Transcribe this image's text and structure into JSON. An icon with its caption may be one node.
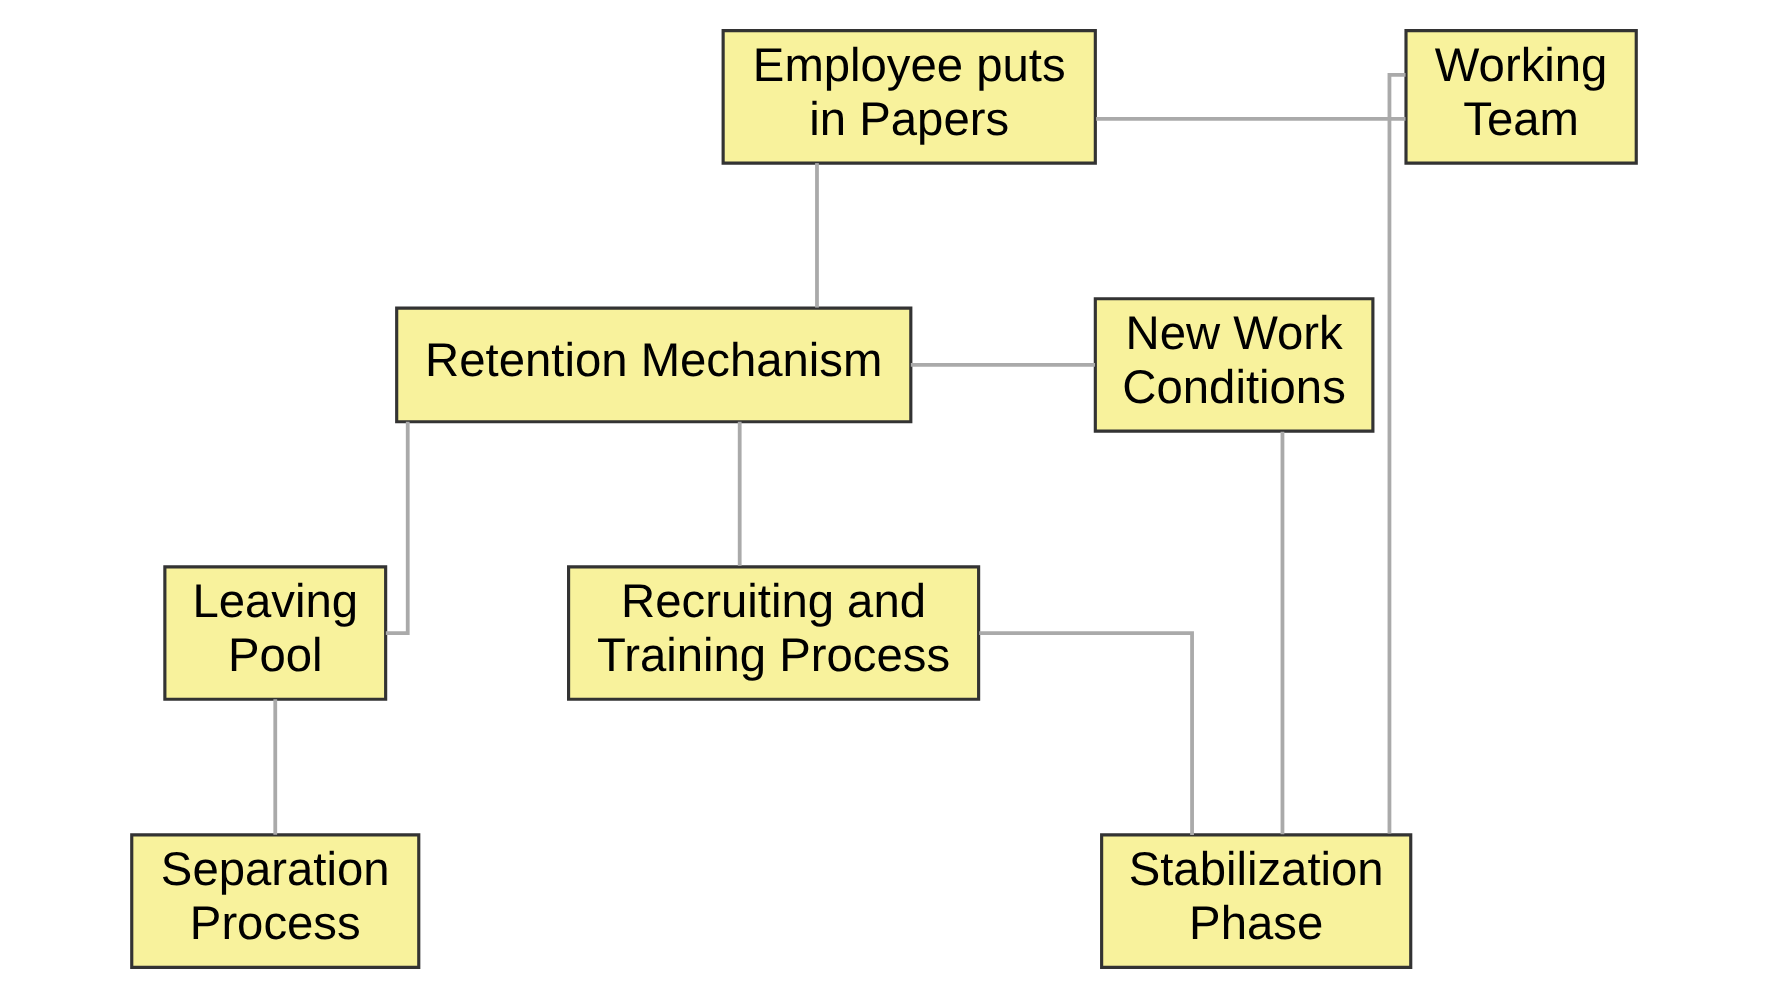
{
  "diagram": {
    "nodes": [
      {
        "text": [
          "Employee puts in Papers"
        ]
      },
      {
        "text": [
          "Working Team"
        ]
      },
      {
        "text": [
          "Retention Mechanism"
        ]
      },
      {
        "text": [
          "New Work Conditions"
        ]
      },
      {
        "text": [
          "Leaving Pool"
        ]
      },
      {
        "text": [
          "Recruiting and Training Process"
        ]
      },
      {
        "text": [
          "Separation Process"
        ]
      },
      {
        "text": [
          "Stabilization Phase"
        ]
      }
    ],
    "edges": [
      {
        "from": 0,
        "to": 1,
        "arrow": "none"
      },
      {
        "from": 0,
        "to": 2,
        "arrow": "none"
      },
      {
        "from": 2,
        "to": 3,
        "arrow": "none"
      },
      {
        "from": 1,
        "to": 7,
        "arrow": "none"
      },
      {
        "from": 3,
        "to": 7,
        "arrow": "none"
      },
      {
        "from": 2,
        "to": 4,
        "arrow": "none"
      },
      {
        "from": 2,
        "to": 5,
        "arrow": "none"
      },
      {
        "from": 4,
        "to": 6,
        "arrow": "none"
      },
      {
        "from": 5,
        "to": 7,
        "arrow": "none"
      }
    ]
  }
}
